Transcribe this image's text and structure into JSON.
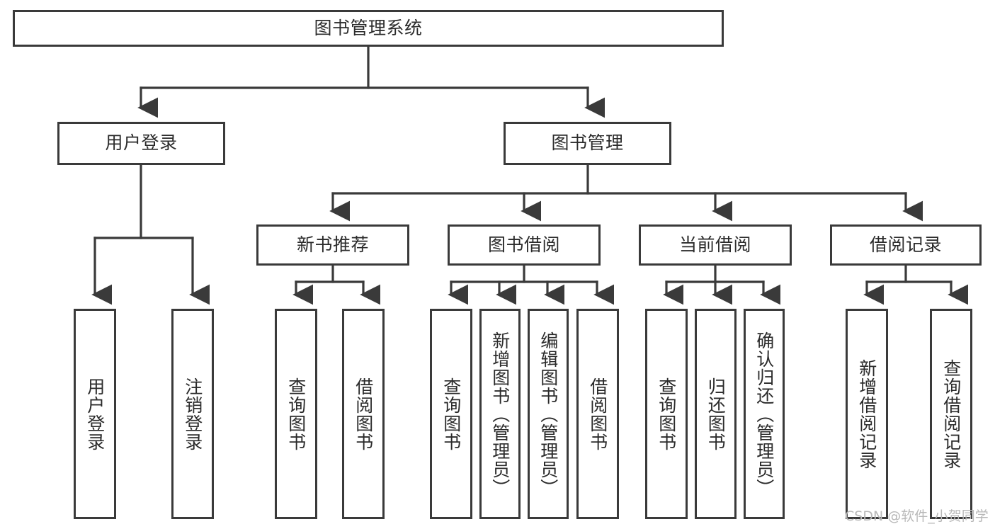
{
  "diagram": {
    "title_node": {
      "label": "图书管理系统"
    },
    "level2": [
      {
        "key": "user-login",
        "label": "用户登录"
      },
      {
        "key": "book-management",
        "label": "图书管理"
      }
    ],
    "level3": [
      {
        "key": "new-book-recommend",
        "label": "新书推荐"
      },
      {
        "key": "book-borrow",
        "label": "图书借阅"
      },
      {
        "key": "current-borrow",
        "label": "当前借阅"
      },
      {
        "key": "borrow-record",
        "label": "借阅记录"
      }
    ],
    "leaves": [
      {
        "key": "leaf-user-login",
        "label": "用户登录",
        "parent": "user-login"
      },
      {
        "key": "leaf-logout-login",
        "label": "注销登录",
        "parent": "user-login"
      },
      {
        "key": "leaf-query-book-1",
        "label": "查询图书",
        "parent": "new-book-recommend"
      },
      {
        "key": "leaf-borrow-book-1",
        "label": "借阅图书",
        "parent": "new-book-recommend"
      },
      {
        "key": "leaf-query-book-2",
        "label": "查询图书",
        "parent": "book-borrow"
      },
      {
        "key": "leaf-add-book-admin",
        "label": "新增图书（管理员）",
        "parent": "book-borrow"
      },
      {
        "key": "leaf-edit-book-admin",
        "label": "编辑图书（管理员）",
        "parent": "book-borrow"
      },
      {
        "key": "leaf-borrow-book-2",
        "label": "借阅图书",
        "parent": "book-borrow"
      },
      {
        "key": "leaf-query-book-3",
        "label": "查询图书",
        "parent": "current-borrow"
      },
      {
        "key": "leaf-return-book",
        "label": "归还图书",
        "parent": "current-borrow"
      },
      {
        "key": "leaf-confirm-return-admin",
        "label": "确认归还（管理员）",
        "parent": "current-borrow"
      },
      {
        "key": "leaf-add-borrow-record",
        "label": "新增借阅记录",
        "parent": "borrow-record"
      },
      {
        "key": "leaf-query-borrow-record",
        "label": "查询借阅记录",
        "parent": "borrow-record"
      }
    ],
    "watermark": "CSDN @软件_小贺同学",
    "colors": {
      "stroke": "#3a3a3a",
      "text": "#2b2b2b",
      "background": "#ffffff",
      "watermark": "#b8b8b8"
    }
  }
}
